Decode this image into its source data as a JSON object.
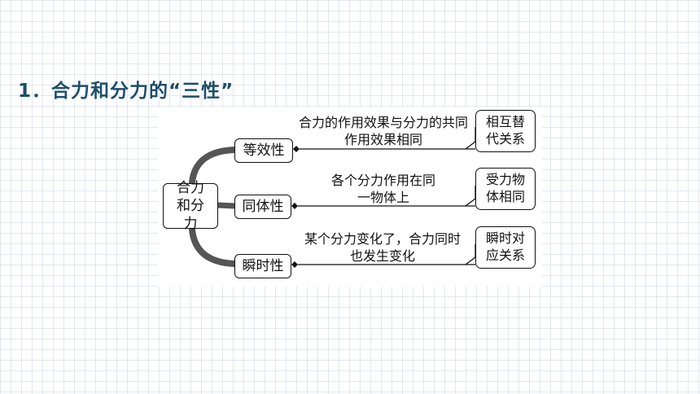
{
  "title": "1．合力和分力的“三性”",
  "diagram": {
    "center": "合力和分力",
    "branches": [
      {
        "property": "等效性",
        "description": "合力的作用效果与分力的共同作用效果相同",
        "tag": "相互替代关系"
      },
      {
        "property": "同体性",
        "description": "各个分力作用在同一物体上",
        "tag": "受力物体相同"
      },
      {
        "property": "瞬时性",
        "description": "某个分力变化了，合力同时也发生变化",
        "tag": "瞬时对应关系"
      }
    ]
  }
}
